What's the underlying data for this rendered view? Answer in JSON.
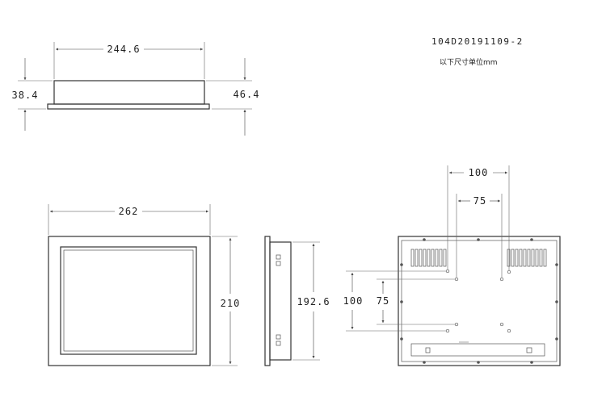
{
  "header": {
    "model_code": "104D20191109-2",
    "unit_note": "以下尺寸单位mm"
  },
  "dimensions": {
    "top_view_width": "244.6",
    "top_view_left_height": "38.4",
    "top_view_right_height": "46.4",
    "front_width": "262",
    "front_height": "210",
    "side_height": "192.6",
    "rear_vesa_outer_h": "100",
    "rear_vesa_inner_h": "75",
    "rear_vesa_outer_v": "100",
    "rear_vesa_inner_v": "75"
  }
}
